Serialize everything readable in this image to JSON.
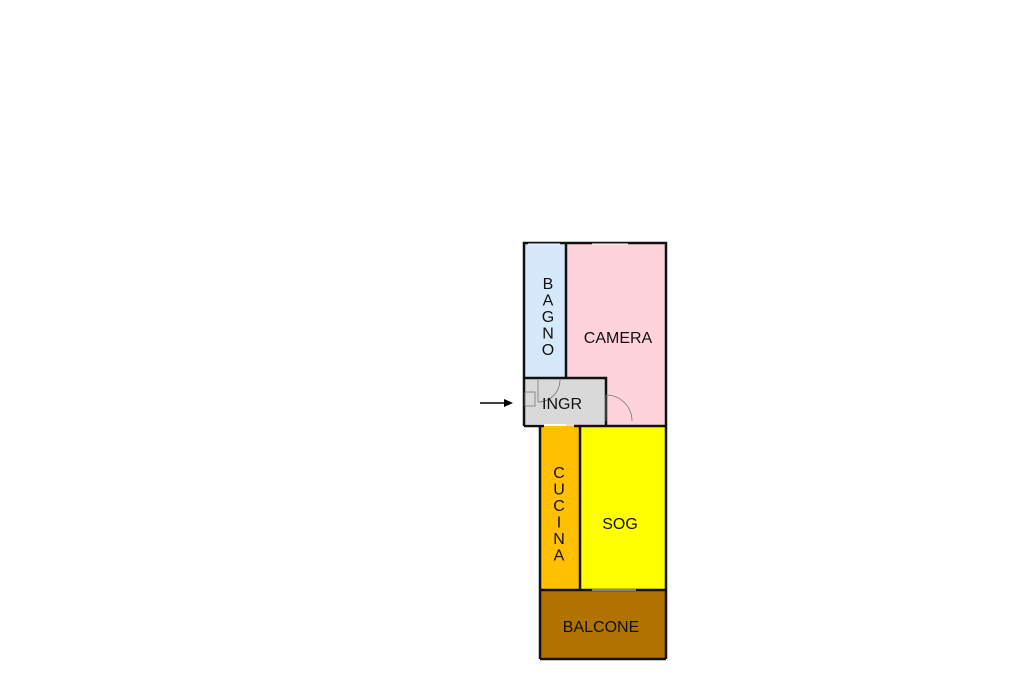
{
  "rooms": {
    "bagno": {
      "label": "BAGNO",
      "color": "#d6e9fb"
    },
    "camera": {
      "label": "CAMERA",
      "color": "#ffd3dc"
    },
    "ingr": {
      "label": "INGR",
      "color": "#d9d9d9"
    },
    "cucina": {
      "label": "CUCINA",
      "color": "#ffc000"
    },
    "sog": {
      "label": "SOG",
      "color": "#ffff00"
    },
    "balcone": {
      "label": "BALCONE",
      "color": "#b07300"
    }
  },
  "colors": {
    "wall": "#111111",
    "arrow": "#000000",
    "background": "#ffffff"
  }
}
